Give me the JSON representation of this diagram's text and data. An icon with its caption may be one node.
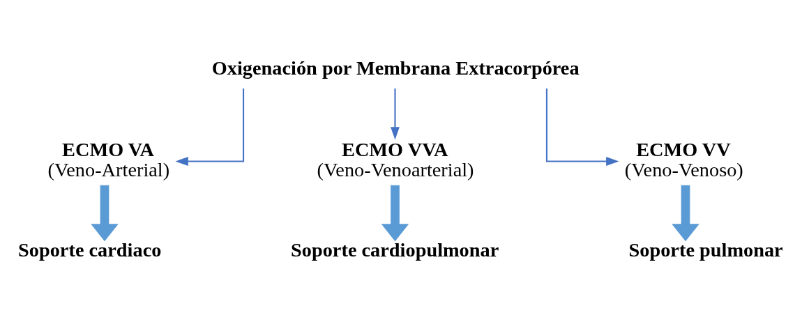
{
  "diagram": {
    "nodes": [
      {
        "text": [
          "Oxigenación por Membrana Extracorpórea"
        ]
      },
      {
        "text": [
          "ECMO VA",
          "(Veno-Arterial)"
        ]
      },
      {
        "text": [
          "ECMO VVA",
          "(Veno-Venoarterial)"
        ]
      },
      {
        "text": [
          "ECMO VV",
          "(Veno-Venoso)"
        ]
      },
      {
        "text": [
          "Soporte cardiaco"
        ]
      },
      {
        "text": [
          "Soporte cardiopulmonar"
        ]
      },
      {
        "text": [
          "Soporte pulmonar"
        ]
      }
    ],
    "edges": [
      {
        "from": 0,
        "to": 1,
        "arrow": "to"
      },
      {
        "from": 0,
        "to": 2,
        "arrow": "to"
      },
      {
        "from": 0,
        "to": 3,
        "arrow": "to"
      },
      {
        "from": 1,
        "to": 4,
        "arrow": "to",
        "style": "thick"
      },
      {
        "from": 2,
        "to": 5,
        "arrow": "to",
        "style": "thick"
      },
      {
        "from": 3,
        "to": 6,
        "arrow": "to",
        "style": "thick"
      }
    ]
  }
}
